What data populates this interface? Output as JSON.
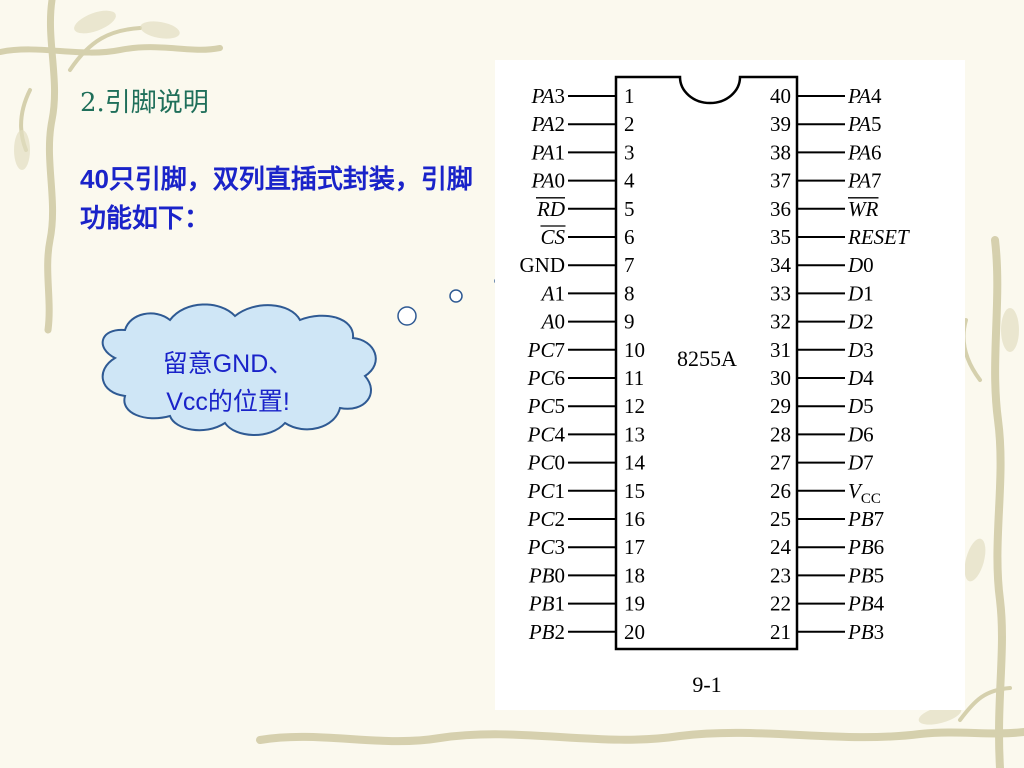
{
  "slide": {
    "heading": "2.引脚说明",
    "intro_lead": "40",
    "intro_rest": "只引脚，双列直插式封装，引脚功能如下："
  },
  "callout": {
    "line1": "留意GND、",
    "line2": "Vcc的位置!"
  },
  "chip": {
    "name": "8255A",
    "caption": "9-1",
    "left_pins": [
      {
        "num": "1",
        "label": "PA3"
      },
      {
        "num": "2",
        "label": "PA2"
      },
      {
        "num": "3",
        "label": "PA1"
      },
      {
        "num": "4",
        "label": "PA0"
      },
      {
        "num": "5",
        "label": "RD",
        "overline": true
      },
      {
        "num": "6",
        "label": "CS",
        "overline": true
      },
      {
        "num": "7",
        "label": "GND"
      },
      {
        "num": "8",
        "label": "A1"
      },
      {
        "num": "9",
        "label": "A0"
      },
      {
        "num": "10",
        "label": "PC7"
      },
      {
        "num": "11",
        "label": "PC6"
      },
      {
        "num": "12",
        "label": "PC5"
      },
      {
        "num": "13",
        "label": "PC4"
      },
      {
        "num": "14",
        "label": "PC0"
      },
      {
        "num": "15",
        "label": "PC1"
      },
      {
        "num": "16",
        "label": "PC2"
      },
      {
        "num": "17",
        "label": "PC3"
      },
      {
        "num": "18",
        "label": "PB0"
      },
      {
        "num": "19",
        "label": "PB1"
      },
      {
        "num": "20",
        "label": "PB2"
      }
    ],
    "right_pins": [
      {
        "num": "40",
        "label": "PA4"
      },
      {
        "num": "39",
        "label": "PA5"
      },
      {
        "num": "38",
        "label": "PA6"
      },
      {
        "num": "37",
        "label": "PA7"
      },
      {
        "num": "36",
        "label": "WR",
        "overline": true
      },
      {
        "num": "35",
        "label": "RESET"
      },
      {
        "num": "34",
        "label": "D0"
      },
      {
        "num": "33",
        "label": "D1"
      },
      {
        "num": "32",
        "label": "D2"
      },
      {
        "num": "31",
        "label": "D3"
      },
      {
        "num": "30",
        "label": "D4"
      },
      {
        "num": "29",
        "label": "D5"
      },
      {
        "num": "28",
        "label": "D6"
      },
      {
        "num": "27",
        "label": "D7"
      },
      {
        "num": "26",
        "label": "VCC"
      },
      {
        "num": "25",
        "label": "PB7"
      },
      {
        "num": "24",
        "label": "PB6"
      },
      {
        "num": "23",
        "label": "PB5"
      },
      {
        "num": "22",
        "label": "PB4"
      },
      {
        "num": "21",
        "label": "PB3"
      }
    ]
  },
  "colors": {
    "heading": "#1f6f5a",
    "body_text": "#1a23c9",
    "callout_fill": "#cfe6f6",
    "callout_stroke": "#2f5a93",
    "vine": "#c9c39a"
  }
}
